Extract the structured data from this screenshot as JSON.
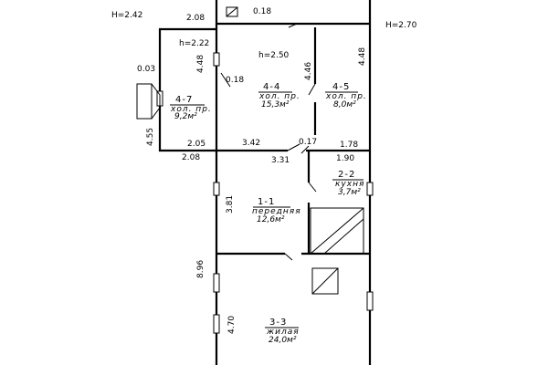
{
  "heights": {
    "h_left": "H=2.42",
    "h_right": "H=2.70",
    "h_room47": "h=2.22",
    "h_room44": "h=2.50"
  },
  "dimensions": {
    "d_208_top": "2.08",
    "d_018_top": "0.18",
    "d_003": "0.03",
    "d_448_left": "4.48",
    "d_018_mid": "0.18",
    "d_446": "4.46",
    "d_448_right": "4.48",
    "d_455": "4.55",
    "d_205": "2.05",
    "d_208_bot": "2.08",
    "d_342": "3.42",
    "d_017": "0.17",
    "d_178": "1.78",
    "d_331": "3.31",
    "d_190": "1.90",
    "d_381": "3.81",
    "d_896": "8.96",
    "d_470": "4.70"
  },
  "rooms": [
    {
      "id": "4-7",
      "name": "хол. пр.",
      "area": "9,2м²"
    },
    {
      "id": "4-4",
      "name": "хол. пр.",
      "area": "15,3м²"
    },
    {
      "id": "4-5",
      "name": "хол. пр.",
      "area": "8,0м²"
    },
    {
      "id": "1-1",
      "name": "передняя",
      "area": "12,6м²"
    },
    {
      "id": "2-2",
      "name": "кухня",
      "area": "3,7м²"
    },
    {
      "id": "3-3",
      "name": "жилая",
      "area": "24,0м²"
    }
  ]
}
